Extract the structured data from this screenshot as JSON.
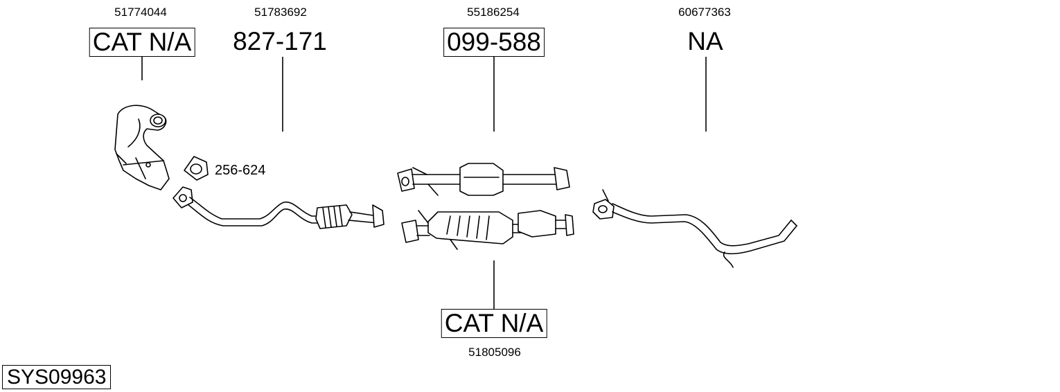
{
  "groups": [
    {
      "oem": "51774044",
      "part_no": "CAT N/A"
    },
    {
      "oem": "51783692",
      "part_no": "827-171"
    },
    {
      "oem": "55186254",
      "part_no": "099-588"
    },
    {
      "oem": "60677363",
      "part_no": "NA"
    },
    {
      "oem": "51805096",
      "part_no": "CAT N/A"
    }
  ],
  "gasket": {
    "part_no": "256-624"
  },
  "system_id": "SYS09963"
}
